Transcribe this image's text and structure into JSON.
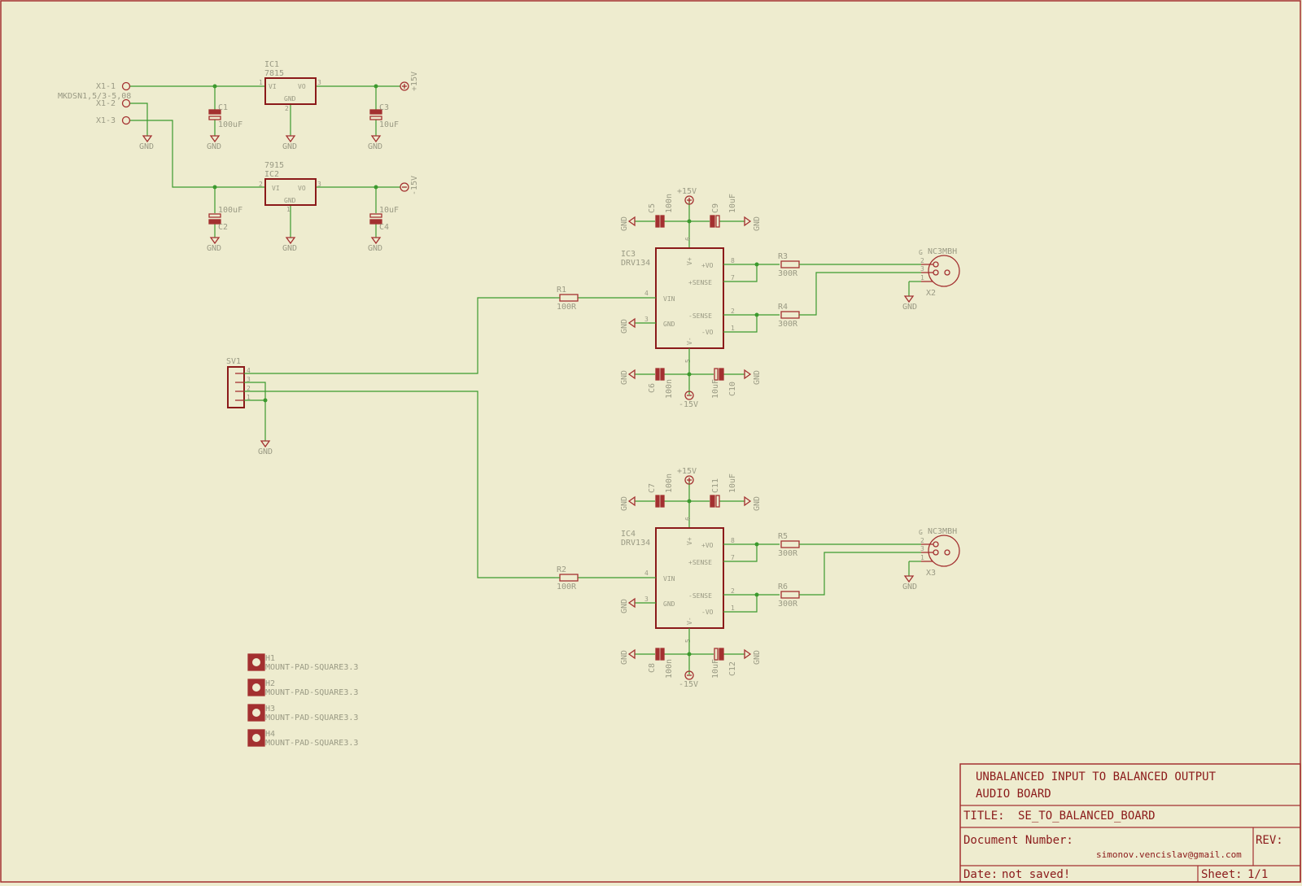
{
  "connector_x1": {
    "name": "MKDSN1,5/3-5,08",
    "pins": [
      "X1-1",
      "X1-2",
      "X1-3"
    ]
  },
  "ic1": {
    "name": "IC1",
    "value": "7815",
    "pin_vi": "VI",
    "pin_vo": "VO",
    "pin_gnd": "GND",
    "n1": "1",
    "n2": "2",
    "n3": "3"
  },
  "ic2": {
    "name": "IC2",
    "value": "7915",
    "pin_vi": "VI",
    "pin_vo": "VO",
    "pin_gnd": "GND",
    "n1": "2",
    "n2": "1",
    "n3": "3"
  },
  "caps_power": {
    "c1": {
      "name": "C1",
      "value": "100uF"
    },
    "c2": {
      "name": "C2",
      "value": "100uF"
    },
    "c3": {
      "name": "C3",
      "value": "10uF"
    },
    "c4": {
      "name": "C4",
      "value": "10uF"
    }
  },
  "supplies": {
    "pos": "+15V",
    "neg": "-15V",
    "gnd": "GND"
  },
  "sv1": {
    "name": "SV1",
    "pins": [
      "4",
      "3",
      "2",
      "1"
    ]
  },
  "drivers": [
    {
      "ic": "IC3",
      "value": "DRV134",
      "pins": {
        "vplus": "V+",
        "vminus": "V-",
        "uo_pos": "+VO",
        "sense_pos": "+SENSE",
        "vin": "VIN",
        "gnd": "GND",
        "sense_neg": "-SENSE",
        "uo_neg": "-VO"
      },
      "pin_nums": {
        "p6": "6",
        "p5": "5",
        "p8": "8",
        "p7": "7",
        "p4": "4",
        "p3": "3",
        "p2": "2",
        "p1": "1"
      },
      "rin": {
        "name": "R1",
        "value": "100R"
      },
      "rout_pos": {
        "name": "R3",
        "value": "300R"
      },
      "rout_neg": {
        "name": "R4",
        "value": "300R"
      },
      "c_top_100n": {
        "name": "C5",
        "value": "100n"
      },
      "c_top_10u": {
        "name": "C9",
        "value": "10uF"
      },
      "c_bot_100n": {
        "name": "C6",
        "value": "100n"
      },
      "c_bot_10u": {
        "name": "C10",
        "value": "10uF"
      },
      "xlr": {
        "name": "X2",
        "value": "NC3MBH",
        "pins": [
          "G",
          "2",
          "3",
          "1"
        ]
      }
    },
    {
      "ic": "IC4",
      "value": "DRV134",
      "pins": {
        "vplus": "V+",
        "vminus": "V-",
        "uo_pos": "+VO",
        "sense_pos": "+SENSE",
        "vin": "VIN",
        "gnd": "GND",
        "sense_neg": "-SENSE",
        "uo_neg": "-VO"
      },
      "pin_nums": {
        "p6": "6",
        "p5": "5",
        "p8": "8",
        "p7": "7",
        "p4": "4",
        "p3": "3",
        "p2": "2",
        "p1": "1"
      },
      "rin": {
        "name": "R2",
        "value": "100R"
      },
      "rout_pos": {
        "name": "R5",
        "value": "300R"
      },
      "rout_neg": {
        "name": "R6",
        "value": "300R"
      },
      "c_top_100n": {
        "name": "C7",
        "value": "100n"
      },
      "c_top_10u": {
        "name": "C11",
        "value": "10uF"
      },
      "c_bot_100n": {
        "name": "C8",
        "value": "100n"
      },
      "c_bot_10u": {
        "name": "C12",
        "value": "10uF"
      },
      "xlr": {
        "name": "X3",
        "value": "NC3MBH",
        "pins": [
          "G",
          "2",
          "3",
          "1"
        ]
      }
    }
  ],
  "mount_pads": [
    {
      "name": "H1",
      "value": "MOUNT-PAD-SQUARE3.3"
    },
    {
      "name": "H2",
      "value": "MOUNT-PAD-SQUARE3.3"
    },
    {
      "name": "H3",
      "value": "MOUNT-PAD-SQUARE3.3"
    },
    {
      "name": "H4",
      "value": "MOUNT-PAD-SQUARE3.3"
    }
  ],
  "title_block": {
    "heading_line1": "UNBALANCED INPUT TO BALANCED OUTPUT",
    "heading_line2": "AUDIO BOARD",
    "title_label": "TITLE:",
    "title_value": "SE_TO_BALANCED_BOARD",
    "doc_label": "Document Number:",
    "doc_value": "simonov.vencislav@gmail.com",
    "rev_label": "REV:",
    "date_label": "Date:",
    "date_value": "not saved!",
    "sheet_label": "Sheet:",
    "sheet_value": "1/1"
  }
}
